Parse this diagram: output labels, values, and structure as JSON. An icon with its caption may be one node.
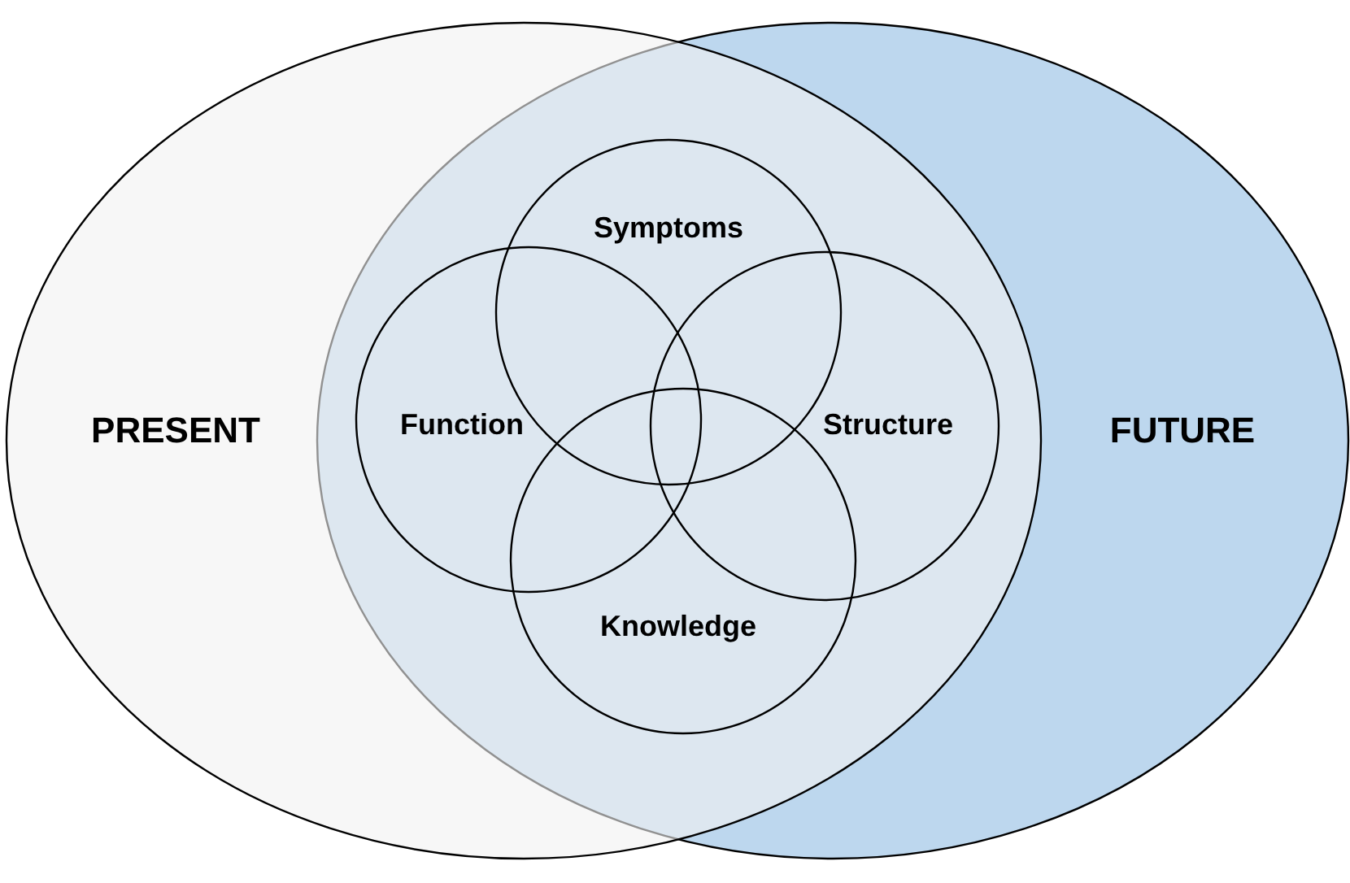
{
  "diagram": {
    "nodes": [
      {
        "text": [
          "PRESENT"
        ]
      },
      {
        "text": [
          "FUTURE"
        ]
      },
      {
        "text": [
          "Symptoms"
        ]
      },
      {
        "text": [
          "Function"
        ]
      },
      {
        "text": [
          "Structure"
        ]
      },
      {
        "text": [
          "Knowledge"
        ]
      }
    ]
  }
}
